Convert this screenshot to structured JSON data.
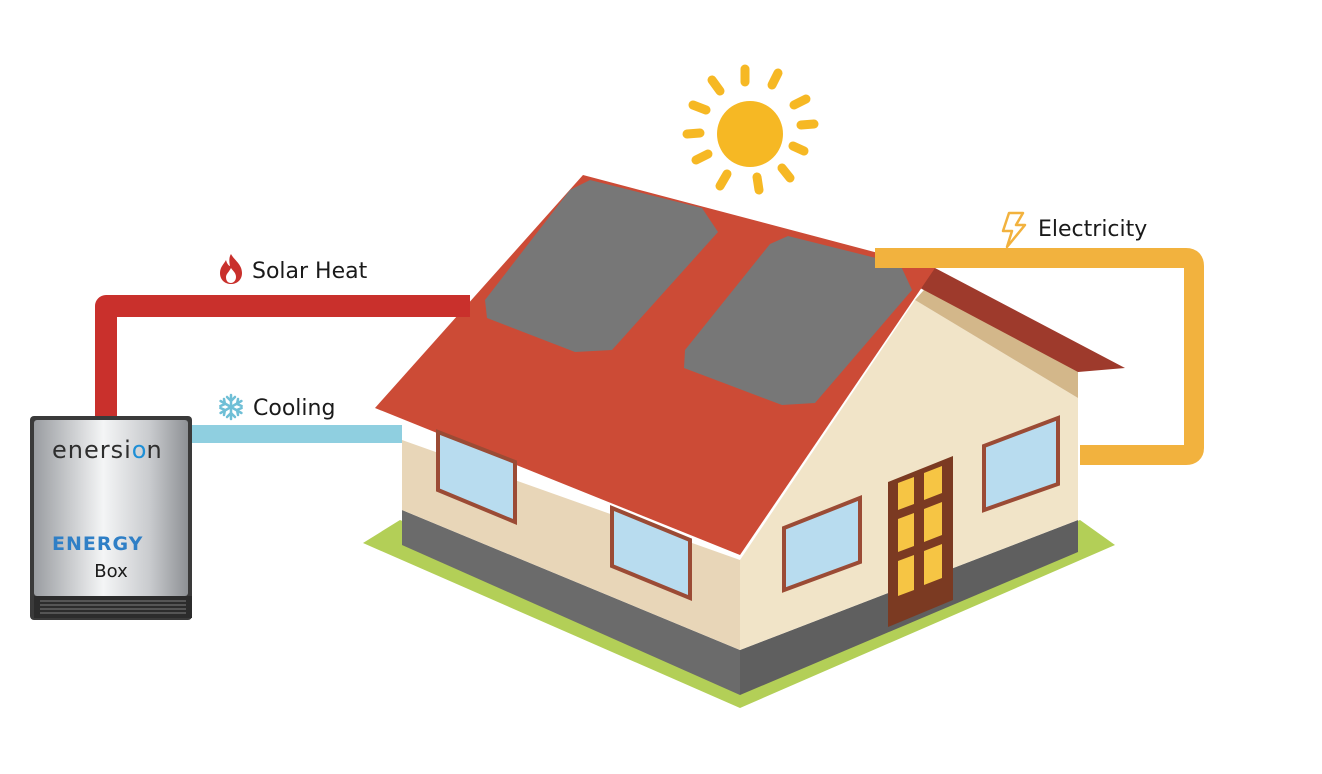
{
  "labels": {
    "solar_heat": "Solar Heat",
    "cooling": "Cooling",
    "electricity": "Electricity"
  },
  "device": {
    "brand_prefix": "enersi",
    "brand_o": "o",
    "brand_suffix": "n",
    "product_line": "ENERGY",
    "product_sub": "Box"
  },
  "icons": {
    "solar_heat": "flame-icon",
    "cooling": "snowflake-icon",
    "electricity": "lightning-bolt-icon",
    "sun": "sun-icon"
  },
  "colors": {
    "solar_heat_line": "#c9302c",
    "cooling_line": "#8fcfe0",
    "electricity_line": "#f2b23e",
    "roof": "#cc4b36",
    "wall": "#efe1c6",
    "sun": "#f6b824",
    "lawn": "#b3cf57"
  }
}
